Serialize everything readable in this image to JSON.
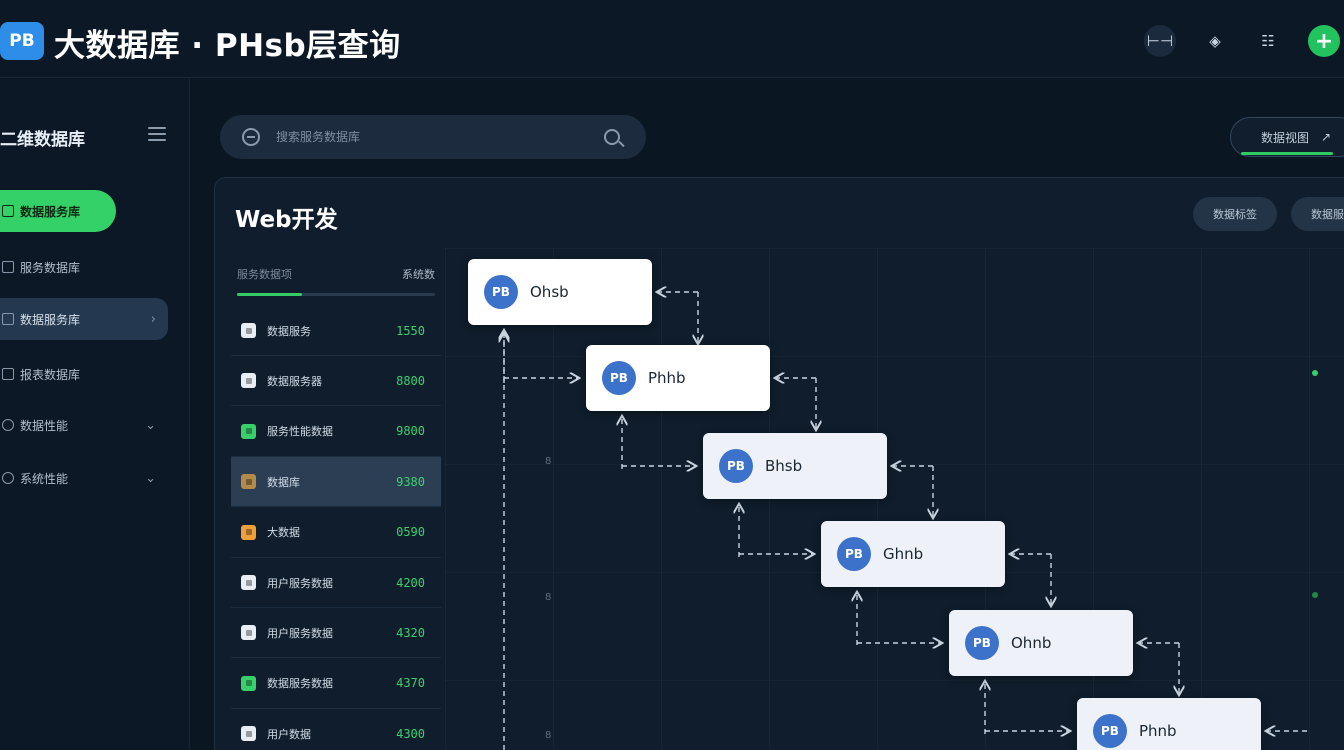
{
  "header": {
    "logo_text": "PB",
    "title": "大数据库 · PHsb层查询",
    "buttons": [
      {
        "icon": "code-icon",
        "glyph": "⊢⊣"
      },
      {
        "icon": "diamond-icon",
        "glyph": "◈"
      },
      {
        "icon": "settings-icon",
        "glyph": "☷"
      },
      {
        "icon": "plus-icon",
        "glyph": "+"
      }
    ]
  },
  "sidebar": {
    "title": "二维数据库",
    "items": [
      {
        "label": "数据服务库",
        "state": "active"
      },
      {
        "label": "服务数据库",
        "state": "normal"
      },
      {
        "label": "数据服务库",
        "state": "hover",
        "chevron": "›"
      },
      {
        "label": "报表数据库",
        "state": "normal"
      },
      {
        "label": "数据性能",
        "state": "normal",
        "chevron": "⌄"
      },
      {
        "label": "系统性能",
        "state": "normal",
        "chevron": "⌄"
      }
    ]
  },
  "search": {
    "placeholder": "搜索服务数据库"
  },
  "top_right_button": {
    "label": "数据视图",
    "arrow": "↗"
  },
  "panel": {
    "title": "Web开发",
    "pills": [
      "数据标签",
      "数据服务"
    ]
  },
  "list": {
    "header_left": "服务数据项",
    "header_right": "系统数",
    "progress": 0.33,
    "rows": [
      {
        "name": "数据服务",
        "value": "1550",
        "color": "#e9eef4"
      },
      {
        "name": "数据服务器",
        "value": "8800",
        "color": "#e9eef4"
      },
      {
        "name": "服务性能数据",
        "value": "9800",
        "color": "#38d06a"
      },
      {
        "name": "数据库",
        "value": "9380",
        "color": "#b28a4a",
        "selected": true
      },
      {
        "name": "大数据",
        "value": "0590",
        "color": "#f0a03a"
      },
      {
        "name": "用户服务数据",
        "value": "4200",
        "color": "#e9eef4"
      },
      {
        "name": "用户服务数据",
        "value": "4320",
        "color": "#e9eef4"
      },
      {
        "name": "数据服务数据",
        "value": "4370",
        "color": "#38d06a"
      },
      {
        "name": "用户数据",
        "value": "4300",
        "color": "#e9eef4"
      }
    ]
  },
  "flow": {
    "nodes": [
      {
        "badge": "PB",
        "label": "Ohsb"
      },
      {
        "badge": "PB",
        "label": "Phhb"
      },
      {
        "badge": "PB",
        "label": "Bhsb"
      },
      {
        "badge": "PB",
        "label": "Ghnb"
      },
      {
        "badge": "PB",
        "label": "Ohnb"
      },
      {
        "badge": "PB",
        "label": "Phnb"
      }
    ],
    "axis_ticks": [
      "8",
      "8",
      "8"
    ]
  }
}
